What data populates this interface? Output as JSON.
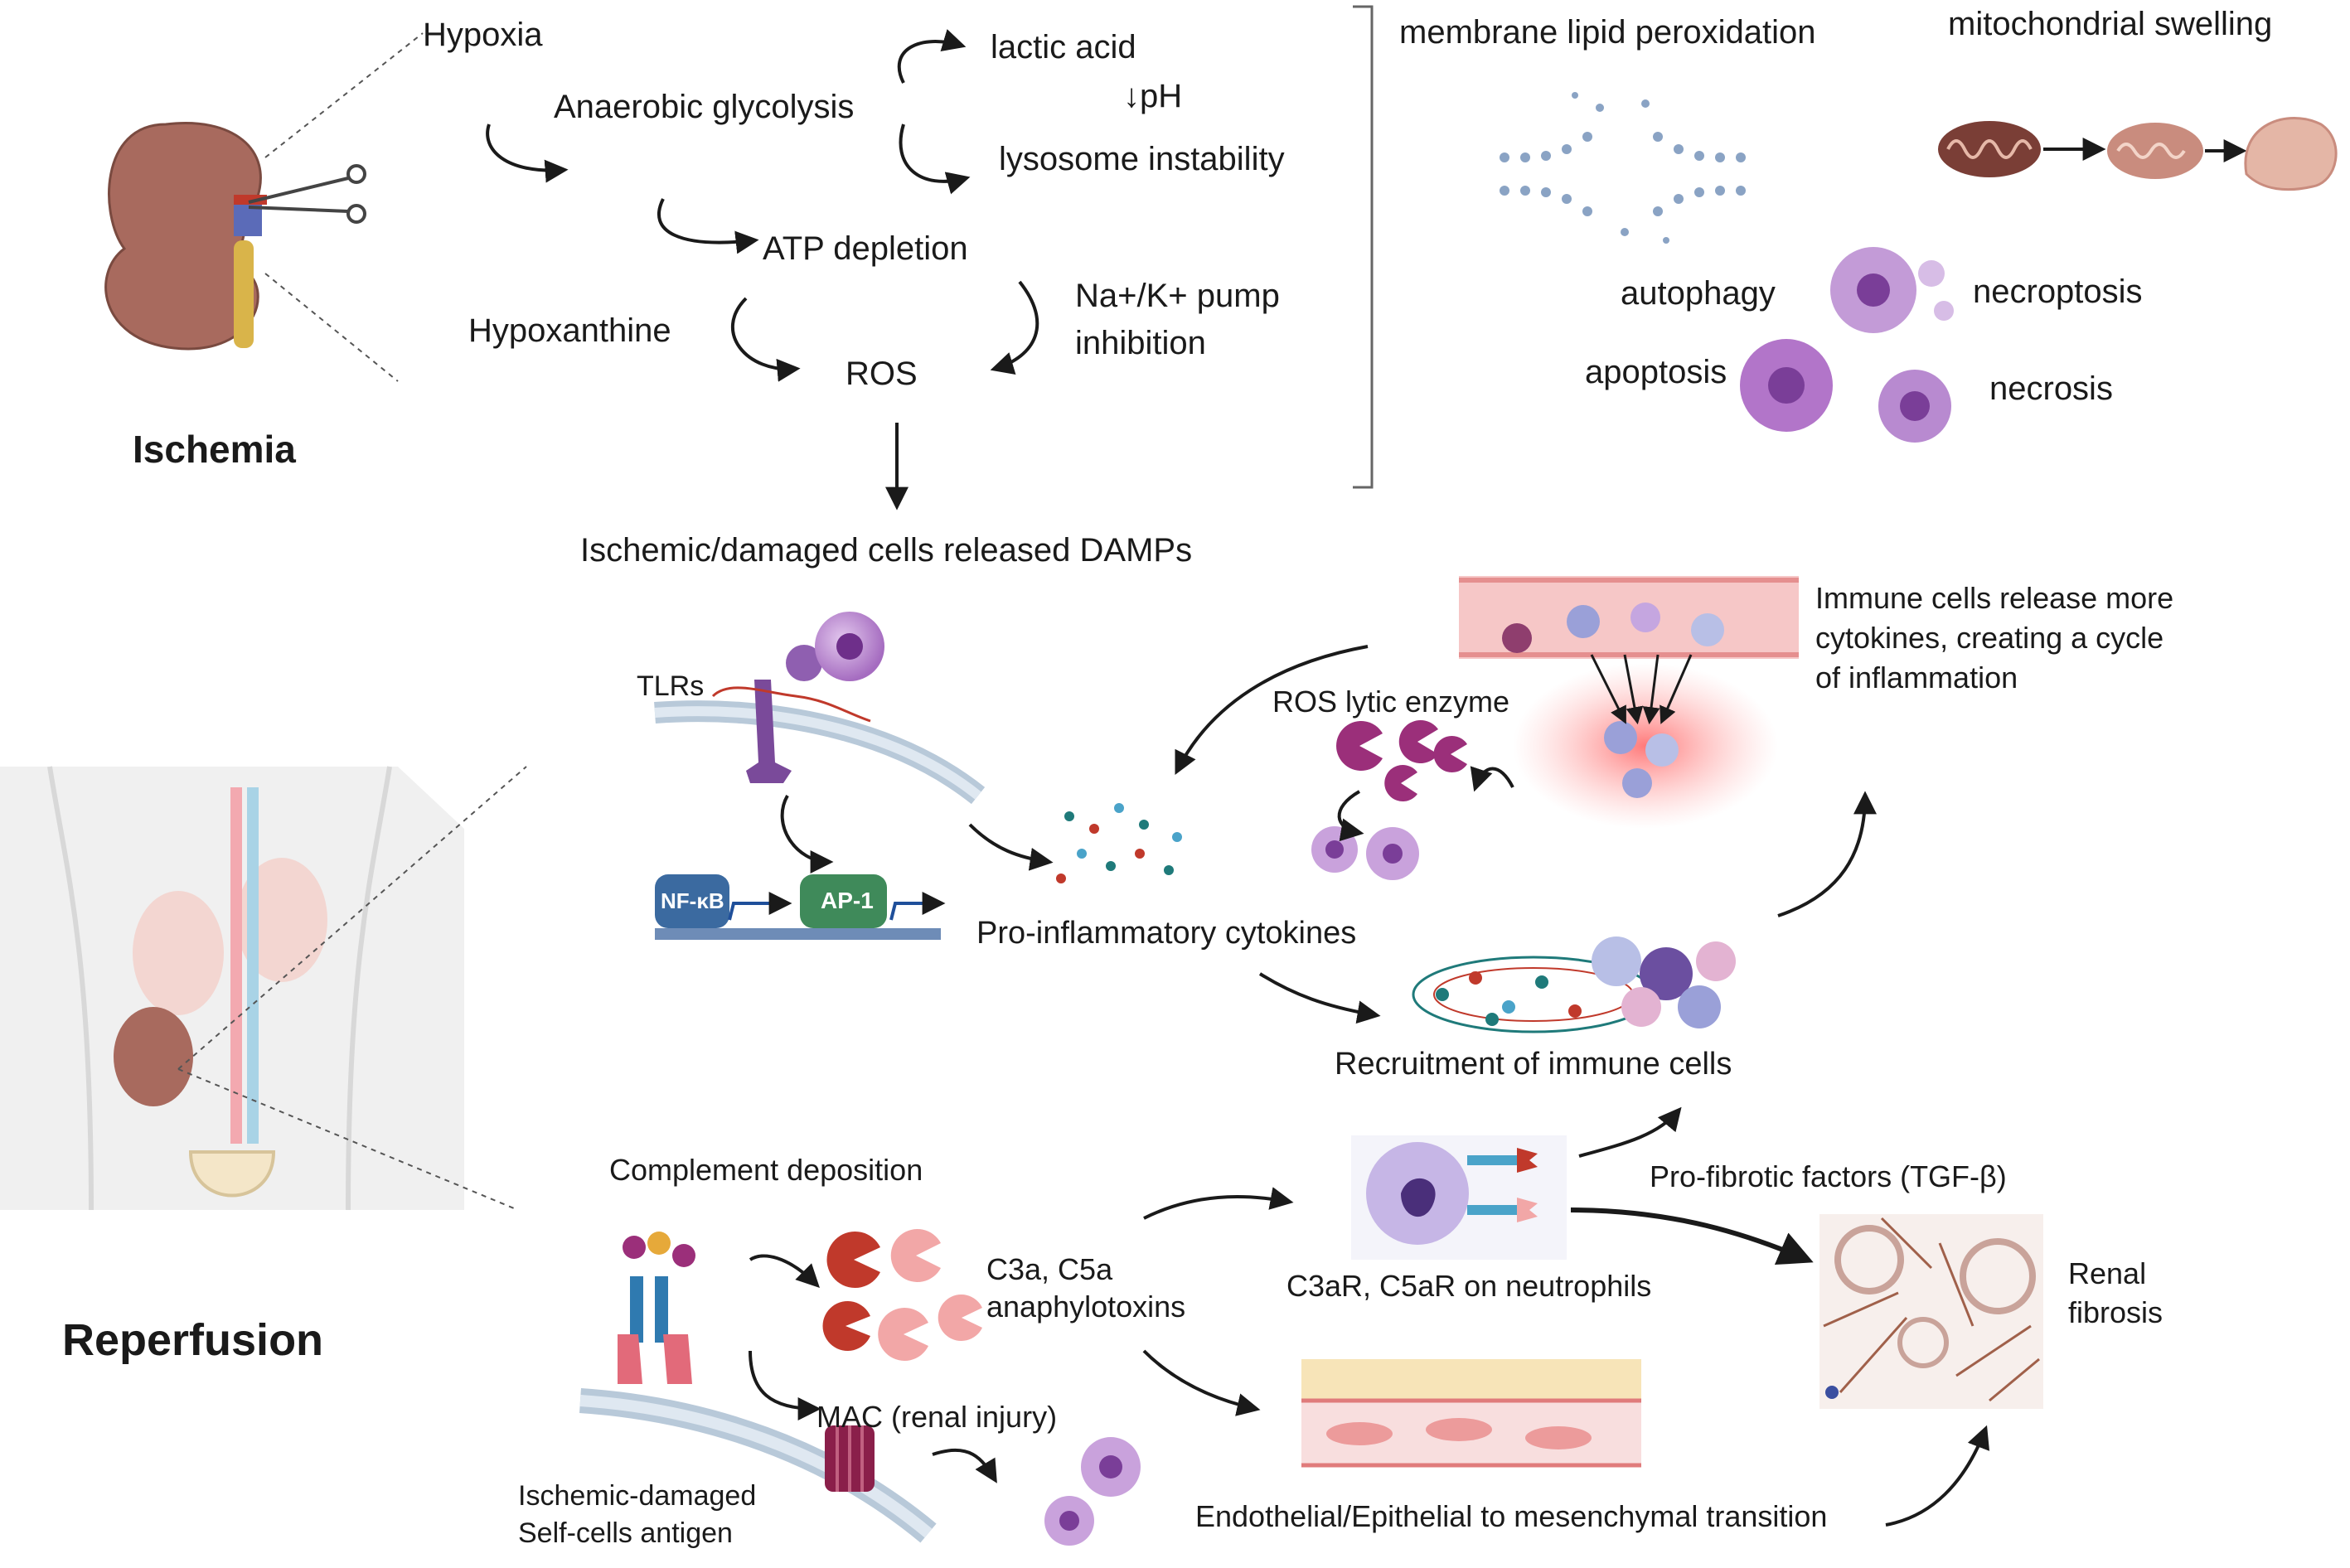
{
  "sections": {
    "ischemia": "Ischemia",
    "reperfusion": "Reperfusion"
  },
  "ischemia_cascade": {
    "hypoxia": "Hypoxia",
    "anaerobic_glycolysis": "Anaerobic glycolysis",
    "lactic_acid": "lactic acid",
    "ph": "↓pH",
    "lysosome_instability": "lysosome instability",
    "atp_depletion": "ATP depletion",
    "pump_inhibition_line1": "Na+/K+ pump",
    "pump_inhibition_line2": "inhibition",
    "hypoxanthine": "Hypoxanthine",
    "ros": "ROS",
    "damps": "Ischemic/damaged cells released DAMPs"
  },
  "cell_damage": {
    "membrane_lipid_peroxidation": "membrane  lipid peroxidation",
    "mitochondrial_swelling": "mitochondrial swelling",
    "autophagy": "autophagy",
    "necroptosis": "necroptosis",
    "apoptosis": "apoptosis",
    "necrosis": "necrosis"
  },
  "inflammation": {
    "tlrs": "TLRs",
    "nfkb": "NF-κB",
    "ap1": "AP-1",
    "ros_lytic_enzyme": "ROS lytic enzyme",
    "immune_cycle_line1": "Immune cells release more",
    "immune_cycle_line2": "cytokines, creating a cycle",
    "immune_cycle_line3": "of inflammation",
    "pro_inflammatory_cytokines": "Pro-inflammatory  cytokines",
    "recruitment": "Recruitment of immune cells"
  },
  "complement": {
    "complement_deposition": "Complement deposition",
    "anaphylatoxins_line1": "C3a, C5a",
    "anaphylatoxins_line2": "anaphylotoxins",
    "receptors": "C3aR, C5aR  on neutrophils",
    "mac": "MAC (renal injury)",
    "self_antigen_line1": "Ischemic-damaged",
    "self_antigen_line2": "Self-cells antigen",
    "pro_fibrotic": "Pro-fibrotic factors (TGF-β)",
    "renal_fibrosis_line1": "Renal",
    "renal_fibrosis_line2": "fibrosis",
    "emt": "Endothelial/Epithelial to mesenchymal transition"
  },
  "colors": {
    "arrow": "#1a1a1a",
    "kidney": "#a86a5e",
    "cell_purple": "#9b5fb5",
    "cell_light": "#d8b8e6",
    "membrane": "#b8c9d9",
    "dna": "#4a6fa5",
    "nfkb": "#3b6aa0",
    "ap1": "#3f8a5a",
    "vessel": "#f6c7c7",
    "complement_red": "#c0392b",
    "complement_pink": "#f2a7a7",
    "receptor_blue": "#4aa3c9",
    "fibrosis": "#b07a6a"
  }
}
